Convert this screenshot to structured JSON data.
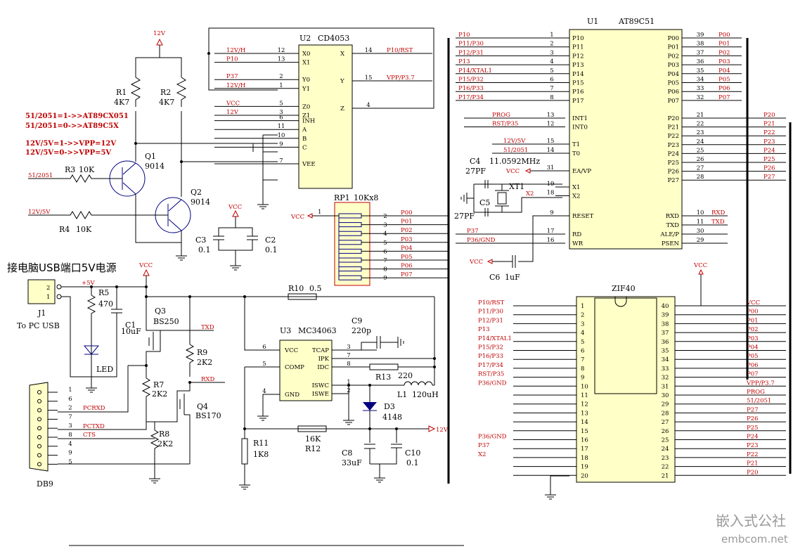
{
  "title": "接电脑USB端口5V电源",
  "watermark": {
    "cn": "嵌入式公社",
    "url": "embcom.net"
  },
  "notes": [
    "51/2051=1->>AT89CX051",
    "51/2051=0->>AT89C5X",
    "12V/5V=1->>VPP=12V",
    "12V/5V=0->>VPP=5V"
  ],
  "components": {
    "u1": {
      "ref": "U1",
      "part": "AT89C51"
    },
    "u2": {
      "ref": "U2",
      "part": "CD4053"
    },
    "u3": {
      "ref": "U3",
      "part": "MC34063"
    },
    "zif": {
      "part": "ZIF40"
    },
    "rp1": {
      "ref": "RP1",
      "value": "10Kx8"
    },
    "r1": {
      "ref": "R1",
      "value": "4K7"
    },
    "r2": {
      "ref": "R2",
      "value": "4K7"
    },
    "r3": {
      "ref": "R3",
      "value": "10K"
    },
    "r4": {
      "ref": "R4",
      "value": "10K"
    },
    "r5": {
      "ref": "R5",
      "value": "470"
    },
    "r7": {
      "ref": "R7",
      "value": "2K2"
    },
    "r8": {
      "ref": "R8",
      "value": "2K2"
    },
    "r9": {
      "ref": "R9",
      "value": "2K2"
    },
    "r10": {
      "ref": "R10",
      "value": "0.5"
    },
    "r11": {
      "ref": "R11",
      "value": "1K8"
    },
    "r12": {
      "ref": "R12",
      "value": "16K"
    },
    "r13": {
      "ref": "R13",
      "value": "220"
    },
    "q1": {
      "ref": "Q1",
      "value": "9014"
    },
    "q2": {
      "ref": "Q2",
      "value": "9014"
    },
    "q3": {
      "ref": "Q3",
      "value": "BS250"
    },
    "q4": {
      "ref": "Q4",
      "value": "BS170"
    },
    "c1": {
      "ref": "C1",
      "value": "10uF"
    },
    "c2": {
      "ref": "C2",
      "value": "0.1"
    },
    "c3": {
      "ref": "C3",
      "value": "0.1"
    },
    "c4": {
      "ref": "C4",
      "value": "27PF"
    },
    "c5": {
      "ref": "C5",
      "value": "27PF"
    },
    "c6": {
      "ref": "C6",
      "value": "1uF"
    },
    "c8": {
      "ref": "C8",
      "value": "33uF"
    },
    "c9": {
      "ref": "C9",
      "value": "220p"
    },
    "c10": {
      "ref": "C10",
      "value": "0.1"
    },
    "d3": {
      "ref": "D3",
      "value": "4148"
    },
    "l1": {
      "ref": "L1",
      "value": "120uH"
    },
    "xt1": {
      "ref": "XT1",
      "value": "11.0592MHz"
    },
    "led": {
      "label": "LED"
    },
    "j1": {
      "ref": "J1",
      "desc": "To PC USB"
    },
    "db9": {
      "label": "DB9"
    }
  },
  "power": {
    "v12": "12V",
    "vcc": "VCC",
    "v5": "+5V"
  },
  "nets": {
    "txd": "TXD",
    "rxd": "RXD",
    "pcrxd": "PCRXD",
    "pctxd": "PCTXD",
    "cts": "CTS",
    "s12v5v": "12V/5V",
    "s51": "51/2051",
    "p10rst": "P10/RST",
    "vppp37": "VPP/P3.7",
    "v12h": "12V/H",
    "p10": "P10",
    "p37": "P37",
    "p36gnd": "P36/GND",
    "rstp35": "RST/P35",
    "prog": "PROG",
    "x2": "X2"
  },
  "u2_pins": {
    "left": [
      [
        "X0",
        "12",
        "12V/H"
      ],
      [
        "X1",
        "13",
        "P10"
      ],
      [
        "Y0",
        "2",
        "P37"
      ],
      [
        "Y1",
        "1",
        "12V/H"
      ],
      [
        "Z0",
        "5",
        "VCC"
      ],
      [
        "Z1",
        "3",
        "12V"
      ],
      [
        "INH",
        "6",
        ""
      ],
      [
        "A",
        "11",
        ""
      ],
      [
        "B",
        "10",
        ""
      ],
      [
        "C",
        "9",
        ""
      ],
      [
        "VEE",
        "7",
        ""
      ]
    ],
    "right": [
      [
        "X",
        "14",
        "P10/RST"
      ],
      [
        "Y",
        "15",
        "VPP/P3.7"
      ],
      [
        "Z",
        "4",
        ""
      ]
    ]
  },
  "u1_pins": {
    "left": [
      [
        "P10",
        "1",
        "P10"
      ],
      [
        "P11",
        "2",
        "P11/P30"
      ],
      [
        "P12",
        "3",
        "P12/P31"
      ],
      [
        "P13",
        "4",
        "P13"
      ],
      [
        "P14",
        "5",
        "P14/XTAL1"
      ],
      [
        "P15",
        "6",
        "P15/P32"
      ],
      [
        "P16",
        "7",
        "P16/P33"
      ],
      [
        "P17",
        "8",
        "P17/P34"
      ],
      [
        "INT1",
        "13",
        "PROG"
      ],
      [
        "INT0",
        "12",
        "RST/P35"
      ],
      [
        "T1",
        "15",
        "12V/5V"
      ],
      [
        "T0",
        "14",
        "51/2051"
      ],
      [
        "EA/VP",
        "31",
        "VCC"
      ],
      [
        "X1",
        "19",
        ""
      ],
      [
        "X2",
        "18",
        "X2"
      ],
      [
        "RESET",
        "9",
        ""
      ],
      [
        "RD",
        "17",
        "P37"
      ],
      [
        "WR",
        "16",
        "P36/GND"
      ]
    ],
    "right": [
      [
        "P00",
        "39",
        "P00"
      ],
      [
        "P01",
        "38",
        "P01"
      ],
      [
        "P02",
        "37",
        "P02"
      ],
      [
        "P03",
        "36",
        "P03"
      ],
      [
        "P04",
        "35",
        "P04"
      ],
      [
        "P05",
        "34",
        "P05"
      ],
      [
        "P06",
        "33",
        "P06"
      ],
      [
        "P07",
        "32",
        "P07"
      ],
      [
        "P20",
        "21",
        "P20"
      ],
      [
        "P21",
        "22",
        "P21"
      ],
      [
        "P22",
        "23",
        "P22"
      ],
      [
        "P23",
        "24",
        "P23"
      ],
      [
        "P24",
        "25",
        "P24"
      ],
      [
        "P25",
        "26",
        "P25"
      ],
      [
        "P26",
        "27",
        "P26"
      ],
      [
        "P27",
        "28",
        "P27"
      ],
      [
        "RXD",
        "10",
        "RXD"
      ],
      [
        "TXD",
        "11",
        "TXD"
      ],
      [
        "ALE/P",
        "30",
        ""
      ],
      [
        "PSEN",
        "29",
        ""
      ]
    ]
  },
  "rp1_pins": [
    [
      "2",
      "P00"
    ],
    [
      "3",
      "P01"
    ],
    [
      "4",
      "P02"
    ],
    [
      "5",
      "P03"
    ],
    [
      "6",
      "P04"
    ],
    [
      "7",
      "P05"
    ],
    [
      "8",
      "P06"
    ],
    [
      "9",
      "P07"
    ]
  ],
  "zif_pins": {
    "left": [
      [
        "1",
        "P10/RST"
      ],
      [
        "2",
        "P11/P30"
      ],
      [
        "3",
        "P12/P31"
      ],
      [
        "4",
        "P13"
      ],
      [
        "5",
        "P14/XTAL1"
      ],
      [
        "6",
        "P15/P32"
      ],
      [
        "7",
        "P16/P33"
      ],
      [
        "8",
        "P17/P34"
      ],
      [
        "9",
        "RST/P35"
      ],
      [
        "10",
        "P36/GND"
      ],
      [
        "11",
        ""
      ],
      [
        "12",
        ""
      ],
      [
        "13",
        ""
      ],
      [
        "14",
        ""
      ],
      [
        "15",
        ""
      ],
      [
        "16",
        "P36/GND"
      ],
      [
        "17",
        "P37"
      ],
      [
        "18",
        "X2"
      ],
      [
        "19",
        ""
      ],
      [
        "20",
        ""
      ]
    ],
    "right": [
      [
        "40",
        "VCC"
      ],
      [
        "39",
        "P00"
      ],
      [
        "38",
        "P01"
      ],
      [
        "37",
        "P02"
      ],
      [
        "36",
        "P03"
      ],
      [
        "35",
        "P04"
      ],
      [
        "34",
        "P05"
      ],
      [
        "33",
        "P06"
      ],
      [
        "32",
        "P07"
      ],
      [
        "31",
        "VPP/P3.7"
      ],
      [
        "30",
        "PROG"
      ],
      [
        "29",
        "51/2051"
      ],
      [
        "28",
        "P27"
      ],
      [
        "27",
        "P26"
      ],
      [
        "26",
        "P25"
      ],
      [
        "25",
        "P24"
      ],
      [
        "24",
        "P23"
      ],
      [
        "23",
        "P22"
      ],
      [
        "22",
        "P21"
      ],
      [
        "21",
        "P20"
      ]
    ]
  },
  "u3_pins": {
    "left": [
      [
        "VCC",
        "6"
      ],
      [
        "COMP",
        "5"
      ],
      [
        "GND",
        "4"
      ]
    ],
    "right": [
      [
        "TCAP",
        "3"
      ],
      [
        "IPK",
        "7"
      ],
      [
        "IDC",
        "8"
      ],
      [
        "ISWC",
        "1"
      ],
      [
        "ISWE",
        "2"
      ]
    ]
  },
  "db9_pins": [
    "1",
    "6",
    "2",
    "7",
    "3",
    "8",
    "4",
    "9",
    "5"
  ],
  "misc": {
    "j1_pins": [
      "2",
      "1"
    ],
    "rp1_pin1": "1"
  }
}
